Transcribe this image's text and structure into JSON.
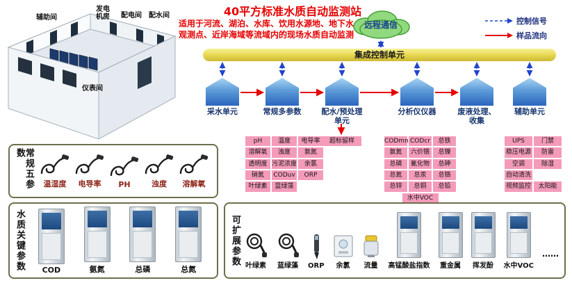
{
  "header": {
    "title": "40平方标准水质自动监测站",
    "subtitle": "适用于河流、湖泊、水库、饮用水源地、地下水观测点、近岸海域等流域内的现场水质自动监测",
    "cloud_label": "远程通信",
    "legend": {
      "control": "控制信号",
      "sample": "样品流向"
    }
  },
  "building": {
    "rooms": [
      "辅助间",
      "发电机房",
      "配电间",
      "配水间",
      "仪表间"
    ]
  },
  "flow": {
    "control_bar": "集成控制单元",
    "units": [
      "采水单元",
      "常规多参数",
      "配水/预处理单元",
      "分析仪仪器",
      "废液处理、收集",
      "辅助单元"
    ],
    "multi_params": [
      "pH",
      "温度",
      "电导率",
      "溶解氧",
      "浊度",
      "氨氮",
      "透明度",
      "污泥浓度",
      "余氯",
      "硝氮",
      "CODuv",
      "ORP",
      "叶绿素",
      "蓝绿藻"
    ],
    "retention": "超标留样",
    "analysis_params": [
      "CODmn",
      "CODcr",
      "总铁",
      "氨氮",
      "六价铬",
      "总镍",
      "总磷",
      "氰化物",
      "总砷",
      "总氮",
      "总汞",
      "总铬",
      "总锌",
      "总铜",
      "总铅"
    ],
    "analysis_extra": "水中VOC",
    "aux_params": [
      "UPS",
      "门禁",
      "稳压电源",
      "防雷",
      "空调",
      "除湿",
      "自动清洗",
      "视频监控",
      "太阳能"
    ]
  },
  "panels": {
    "five_params": {
      "title": "常规五参数",
      "items": [
        "温湿度",
        "电导率",
        "PH",
        "浊度",
        "溶解氧"
      ]
    },
    "key_params": {
      "title": "水质关键参数",
      "items": [
        "COD",
        "氨氮",
        "总磷",
        "总氮"
      ]
    },
    "extend_params": {
      "title": "可扩展参数",
      "items": [
        "叶绿素",
        "蓝绿藻",
        "ORP",
        "余氯",
        "流量",
        "高锰酸盐指数",
        "重金属",
        "挥发酚",
        "水中VOC"
      ],
      "more": "……"
    }
  },
  "icons": {
    "control_arrow": "blue-dashed-double-arrow",
    "sample_arrow": "red-solid-arrow",
    "cloud": "green-cloud"
  },
  "colors": {
    "title_red": "#e50000",
    "control_blue": "#2244cc",
    "sample_red": "#e60000",
    "bar_yellow": "#e5d54d",
    "unit_blue": "#2a66bd",
    "param_pink": "#f49bba",
    "cloud_green": "#90d97e"
  }
}
